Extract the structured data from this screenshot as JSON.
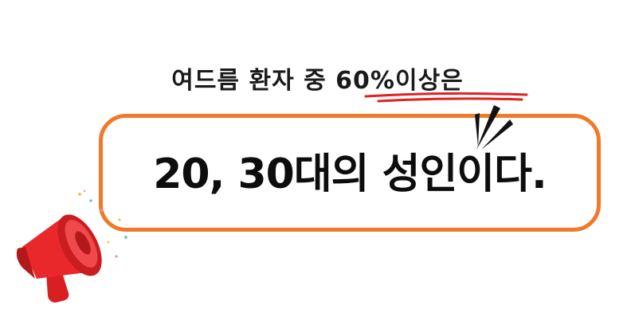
{
  "headline": {
    "prefix": "여드름 환자 중 ",
    "highlight": "60%",
    "suffix": "이상은"
  },
  "callout": {
    "text": "20, 30대의 성인이다."
  },
  "colors": {
    "accent_orange": "#f07a2a",
    "underline_red": "#e02020",
    "megaphone_red": "#e8282a"
  },
  "icons": [
    "megaphone-icon",
    "emphasis-burst-icon"
  ]
}
